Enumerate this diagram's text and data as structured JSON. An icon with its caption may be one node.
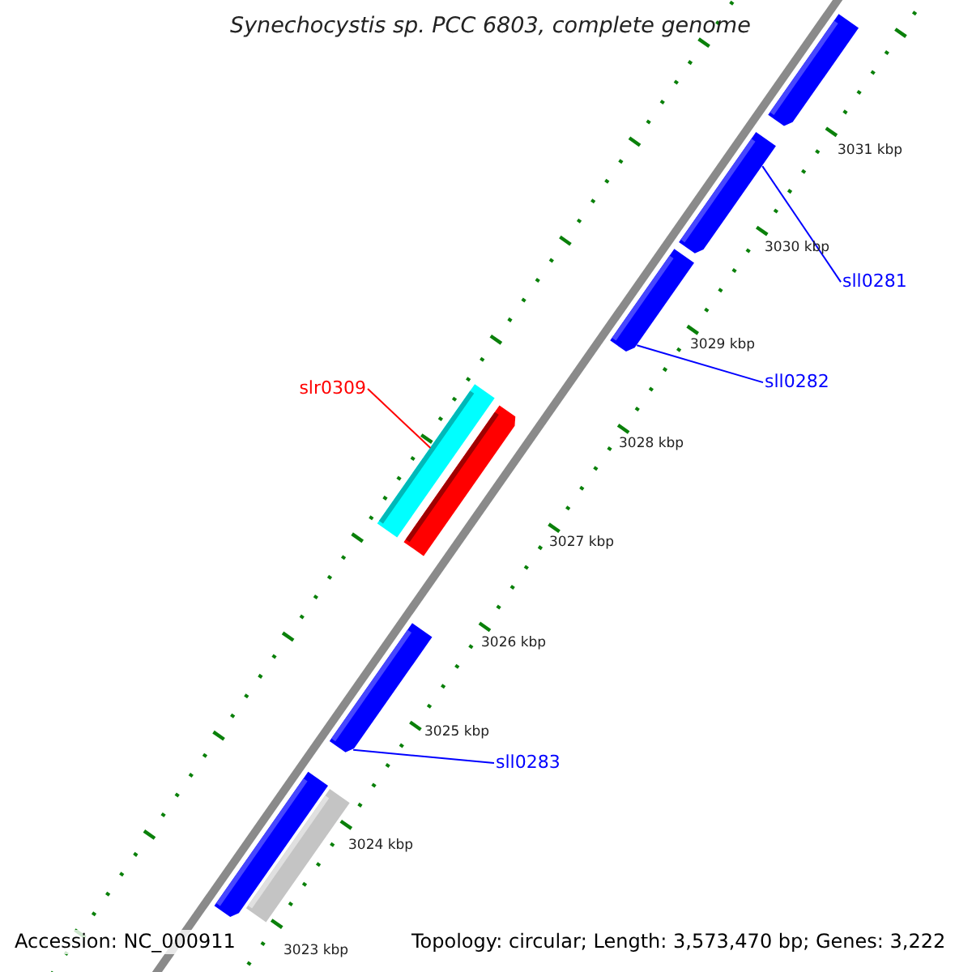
{
  "diagram": {
    "title": "Synechocystis sp. PCC 6803, complete genome",
    "nodes": [
      {
        "text": [
          "sll0281"
        ]
      },
      {
        "text": [],
        "shape": "arrow"
      },
      {
        "text": [
          "sll0282"
        ]
      },
      {
        "text": [],
        "shape": "arrow"
      },
      {
        "text": [
          "slr0309"
        ]
      },
      {
        "text": [],
        "shape": "box"
      },
      {
        "text": [
          "sll0283"
        ]
      },
      {
        "text": [],
        "shape": "arrow"
      },
      {
        "text": [],
        "shape": "arrow"
      },
      {
        "text": [],
        "shape": "arrow"
      },
      {
        "text": [],
        "shape": "arrow"
      },
      {
        "text": [],
        "shape": "box"
      }
    ],
    "edges": [
      {
        "from": 0,
        "to": 1,
        "arrow": "none"
      },
      {
        "from": 2,
        "to": 3,
        "arrow": "none"
      },
      {
        "from": 4,
        "to": 5,
        "arrow": "none",
        "color": "#ff0000"
      },
      {
        "from": 6,
        "to": 7,
        "arrow": "none"
      }
    ],
    "labels": [
      "3031 kbp",
      "3030 kbp",
      "3029 kbp",
      "3028 kbp",
      "3027 kbp",
      "3026 kbp",
      "3025 kbp",
      "3024 kbp",
      "3023 kbp",
      "Accession: NC_000911",
      "Topology: circular; Length: 3,573,470 bp; Genes: 3,222"
    ]
  }
}
